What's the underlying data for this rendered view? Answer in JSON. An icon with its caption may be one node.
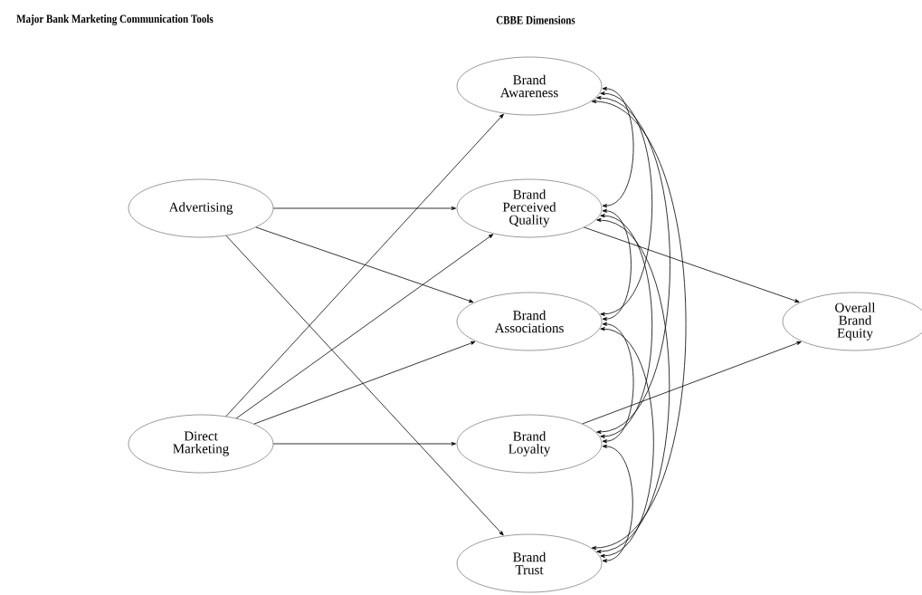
{
  "diagram": {
    "nodes": [
      {
        "text": [
          "Advertising"
        ]
      },
      {
        "text": [
          "Direct Marketing"
        ]
      },
      {
        "text": [
          "Brand Awareness"
        ]
      },
      {
        "text": [
          "Brand Perceived Quality"
        ]
      },
      {
        "text": [
          "Brand Associations"
        ]
      },
      {
        "text": [
          "Brand Loyalty"
        ]
      },
      {
        "text": [
          "Brand Trust"
        ]
      },
      {
        "text": [
          "Overall Brand Equity"
        ]
      }
    ],
    "edges": [
      {
        "from": 0,
        "to": 3,
        "arrow": "to"
      },
      {
        "from": 0,
        "to": 4,
        "arrow": "to"
      },
      {
        "from": 0,
        "to": 6,
        "arrow": "to"
      },
      {
        "from": 1,
        "to": 2,
        "arrow": "to"
      },
      {
        "from": 1,
        "to": 3,
        "arrow": "to"
      },
      {
        "from": 1,
        "to": 4,
        "arrow": "to"
      },
      {
        "from": 1,
        "to": 5,
        "arrow": "to"
      },
      {
        "from": 3,
        "to": 7,
        "arrow": "to"
      },
      {
        "from": 5,
        "to": 7,
        "arrow": "to"
      },
      {
        "from": 2,
        "to": 3,
        "arrow": "both"
      },
      {
        "from": 2,
        "to": 4,
        "arrow": "both"
      },
      {
        "from": 2,
        "to": 5,
        "arrow": "both"
      },
      {
        "from": 2,
        "to": 6,
        "arrow": "both"
      },
      {
        "from": 3,
        "to": 4,
        "arrow": "both"
      },
      {
        "from": 3,
        "to": 5,
        "arrow": "both"
      },
      {
        "from": 3,
        "to": 6,
        "arrow": "both"
      },
      {
        "from": 4,
        "to": 5,
        "arrow": "both"
      },
      {
        "from": 4,
        "to": 6,
        "arrow": "both"
      },
      {
        "from": 5,
        "to": 6,
        "arrow": "both"
      }
    ],
    "labels": [
      "Major Bank Marketing Communication Tools",
      "CBBE Dimensions"
    ]
  }
}
